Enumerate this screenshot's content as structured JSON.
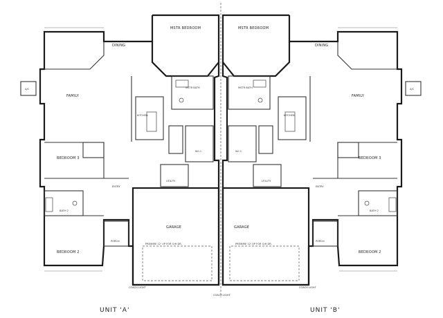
{
  "units": {
    "a": {
      "label": "UNIT 'A'",
      "rooms": {
        "master": "MSTR BEDROOM",
        "dining": "DINING",
        "family": "FAMILY",
        "bedroom3": "BEDROOM 3",
        "bath2": "BATH 2",
        "bedroom2": "BEDROOM 2",
        "entry": "ENTRY",
        "porch": "PORCH",
        "kitchen": "KITCHEN",
        "master_bath": "MSTR BATH",
        "wic": "W.I.C.",
        "utility": "UTILITY",
        "garage": "GARAGE",
        "ac": "A/C"
      },
      "notes": {
        "garage_door": "PREWIRE 12' UP FOR O/H DR.",
        "coach_light": "COACH LIGHT"
      }
    },
    "b": {
      "label": "UNIT 'B'",
      "rooms": {
        "master": "MSTR BEDROOM",
        "dining": "DINING",
        "family": "FAMILY",
        "bedroom3": "BEDROOM 3",
        "bath2": "BATH 2",
        "bedroom2": "BEDROOM 2",
        "entry": "ENTRY",
        "porch": "PORCH",
        "kitchen": "KITCHEN",
        "master_bath": "MSTR BATH",
        "wic": "W.I.C.",
        "utility": "UTILITY",
        "garage": "GARAGE",
        "ac": "A/C"
      },
      "notes": {
        "garage_door": "PREWIRE 12' UP FOR O/H DR.",
        "coach_light": "COACH LIGHT"
      }
    }
  },
  "center_note": "COACH LIGHT"
}
